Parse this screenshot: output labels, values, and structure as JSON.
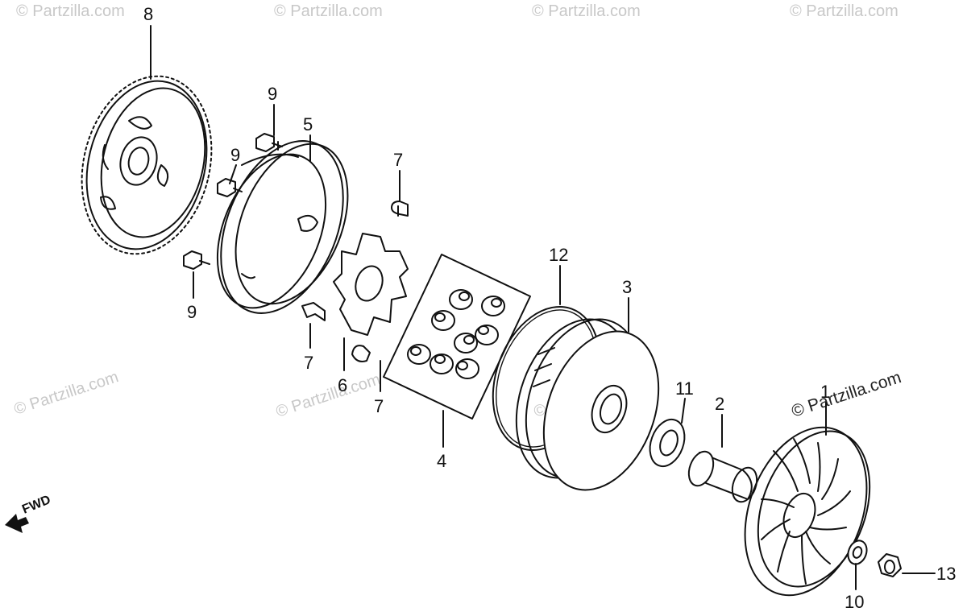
{
  "diagram": {
    "watermark": "© Partzilla.com",
    "direction_label": "FWD",
    "parts": [
      {
        "id": "gear",
        "callout": "8"
      },
      {
        "id": "bolt-top",
        "callout": "9"
      },
      {
        "id": "bolt-mid",
        "callout": "9"
      },
      {
        "id": "bolt-low",
        "callout": "9"
      },
      {
        "id": "housing",
        "callout": "5"
      },
      {
        "id": "clip-top",
        "callout": "7"
      },
      {
        "id": "clip-left",
        "callout": "7"
      },
      {
        "id": "clip-low",
        "callout": "7"
      },
      {
        "id": "ramp-plate",
        "callout": "6"
      },
      {
        "id": "roller-set",
        "callout": "4"
      },
      {
        "id": "o-ring",
        "callout": "12"
      },
      {
        "id": "pulley-face",
        "callout": "3"
      },
      {
        "id": "washer",
        "callout": "11"
      },
      {
        "id": "collar",
        "callout": "2"
      },
      {
        "id": "fan",
        "callout": "1"
      },
      {
        "id": "small-washer",
        "callout": "10"
      },
      {
        "id": "nut",
        "callout": "13"
      }
    ]
  }
}
